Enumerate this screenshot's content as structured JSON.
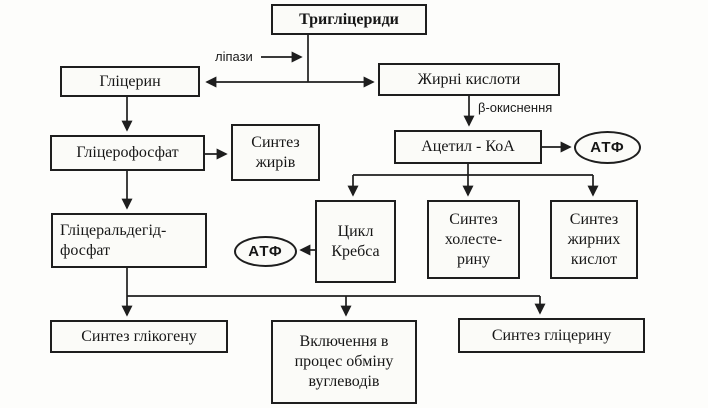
{
  "nodes": {
    "triglycerides": {
      "lines": [
        "Тригліцериди"
      ]
    },
    "glycerol": {
      "lines": [
        "Гліцерин"
      ]
    },
    "fatty_acids": {
      "lines": [
        "Жирні кислоти"
      ]
    },
    "glycerophosphate": {
      "lines": [
        "Гліцерофосфат"
      ]
    },
    "fat_synthesis": {
      "lines": [
        "Синтез",
        "жирів"
      ]
    },
    "acetyl_coa": {
      "lines": [
        "Ацетил - КоА"
      ]
    },
    "atp_right": {
      "lines": [
        "АТФ"
      ]
    },
    "glyceraldehyde_phosphate": {
      "lines": [
        "Гліцеральдегід-",
        "фосфат"
      ]
    },
    "atp_left": {
      "lines": [
        "АТФ"
      ]
    },
    "krebs_cycle": {
      "lines": [
        "Цикл",
        "Кребса"
      ]
    },
    "cholesterol_synthesis": {
      "lines": [
        "Синтез",
        "холесте-",
        "рину"
      ]
    },
    "fatty_acid_synthesis": {
      "lines": [
        "Синтез",
        "жирних",
        "кислот"
      ]
    },
    "glycogen_synthesis": {
      "lines": [
        "Синтез глікогену"
      ]
    },
    "carb_metabolism_inclusion": {
      "lines": [
        "Включення в",
        "процес обміну",
        "вуглеводів"
      ]
    },
    "glycerol_synthesis": {
      "lines": [
        "Синтез гліцерину"
      ]
    }
  },
  "edge_labels": {
    "lipases": "ліпази",
    "beta_oxidation": "β-окиснення"
  },
  "colors": {
    "line": "#1e1e1e",
    "background": "#fdfdfb"
  }
}
